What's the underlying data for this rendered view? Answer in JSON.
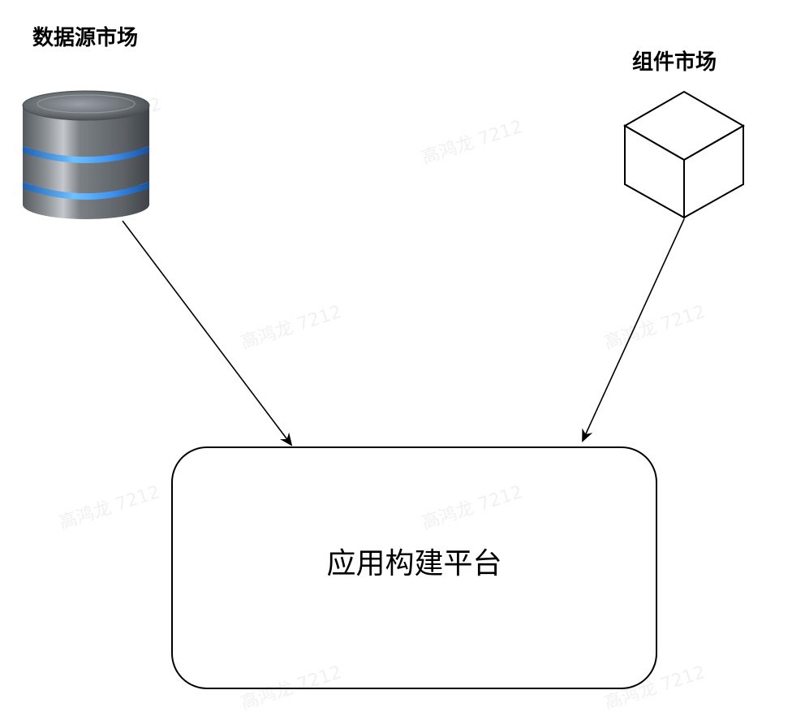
{
  "nodes": {
    "datasource_market": {
      "label": "数据源市场",
      "icon": "database-icon"
    },
    "component_market": {
      "label": "组件市场",
      "icon": "cube-icon"
    },
    "platform": {
      "label": "应用构建平台"
    }
  },
  "edges": [
    {
      "from": "datasource_market",
      "to": "platform"
    },
    {
      "from": "component_market",
      "to": "platform"
    }
  ],
  "watermark": {
    "text": "高鸿龙 7212"
  },
  "colors": {
    "stroke": "#000000",
    "database_body": "#6f7479",
    "database_glow": "#4fa4ff"
  }
}
